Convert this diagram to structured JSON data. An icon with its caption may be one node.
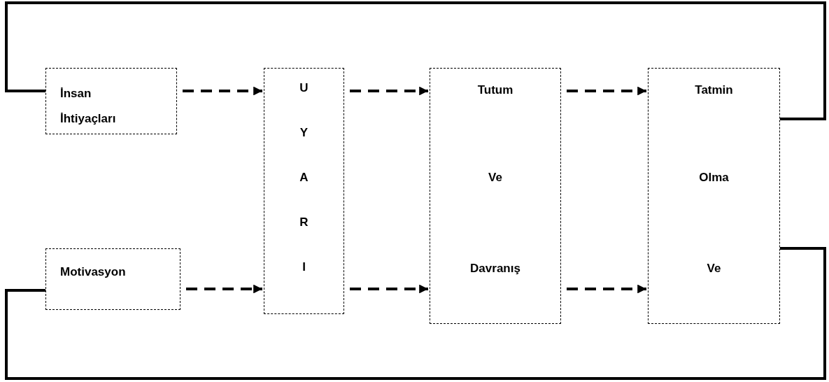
{
  "diagram": {
    "nodes": [
      {
        "text": [
          "İnsan İhtiyaçları"
        ]
      },
      {
        "text": [
          "Motivasyon"
        ]
      },
      {
        "text": [
          "UYARI"
        ]
      },
      {
        "text": [
          "Tutum",
          "Ve",
          "Davranış"
        ]
      },
      {
        "text": [
          "Tatmin",
          "Olma",
          "Ve"
        ]
      }
    ],
    "edges": [
      {
        "from": 0,
        "to": 2,
        "arrow": "to",
        "style": "dashed"
      },
      {
        "from": 1,
        "to": 2,
        "arrow": "to",
        "style": "dashed"
      },
      {
        "from": 2,
        "to": 3,
        "arrow": "to",
        "style": "dashed"
      },
      {
        "from": 2,
        "to": 3,
        "arrow": "to",
        "style": "dashed"
      },
      {
        "from": 3,
        "to": 4,
        "arrow": "to",
        "style": "dashed"
      },
      {
        "from": 3,
        "to": 4,
        "arrow": "to",
        "style": "dashed"
      },
      {
        "from": 4,
        "to": 0,
        "arrow": "none"
      },
      {
        "from": 4,
        "to": 1,
        "arrow": "none"
      }
    ]
  }
}
